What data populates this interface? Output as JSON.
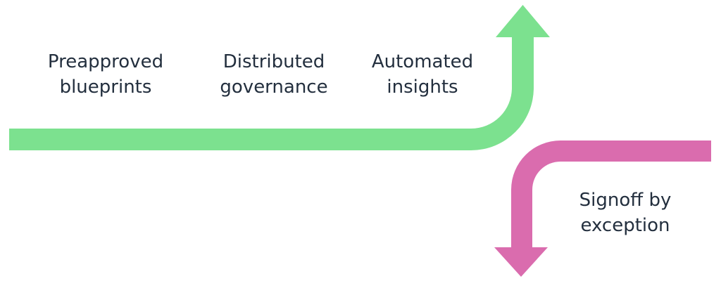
{
  "diagram": {
    "background_color": "#ffffff",
    "text_color": "#232f3e",
    "green_arrow": {
      "color": "#7ce18f",
      "direction": "up",
      "labels": [
        {
          "text": "Preapproved blueprints"
        },
        {
          "text": "Distributed governance"
        },
        {
          "text": "Automated insights"
        }
      ]
    },
    "pink_arrow": {
      "color": "#da6cae",
      "direction": "down",
      "label": "Signoff by exception"
    }
  }
}
